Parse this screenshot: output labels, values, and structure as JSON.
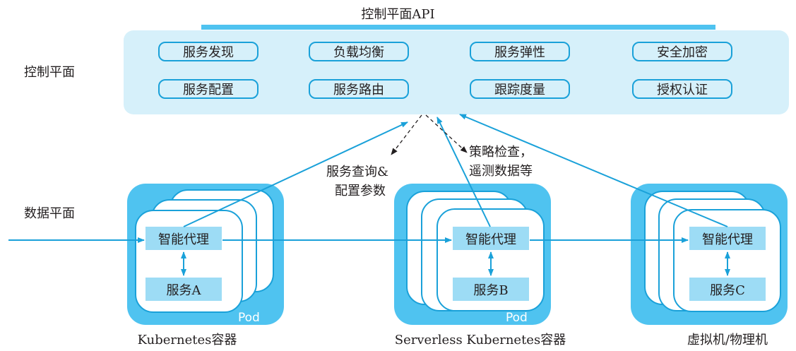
{
  "control_plane": {
    "api_label": "控制平面API",
    "side_label": "控制平面",
    "capabilities": [
      [
        "服务发现",
        "负载均衡",
        "服务弹性",
        "安全加密"
      ],
      [
        "服务配置",
        "服务路由",
        "跟踪度量",
        "授权认证"
      ]
    ]
  },
  "data_plane": {
    "side_label": "数据平面",
    "containers": [
      {
        "proxy": "智能代理",
        "service": "服务A",
        "pod_tag": "Pod",
        "label": "Kubernetes容器"
      },
      {
        "proxy": "智能代理",
        "service": "服务B",
        "pod_tag": "Pod",
        "label": "Serverless Kubernetes容器"
      },
      {
        "proxy": "智能代理",
        "service": "服务C",
        "pod_tag": "",
        "label": "虚拟机/物理机"
      }
    ]
  },
  "annotations": {
    "query_config": [
      "服务查询&",
      "配置参数"
    ],
    "policy_telemetry": [
      "策略检查，",
      "遥测数据等"
    ]
  },
  "colors": {
    "accent": "#1aa1d9",
    "pod_fill": "#4fc3f0",
    "panel_fill": "#d6f0fa",
    "box_fill": "#9ddcf5"
  }
}
